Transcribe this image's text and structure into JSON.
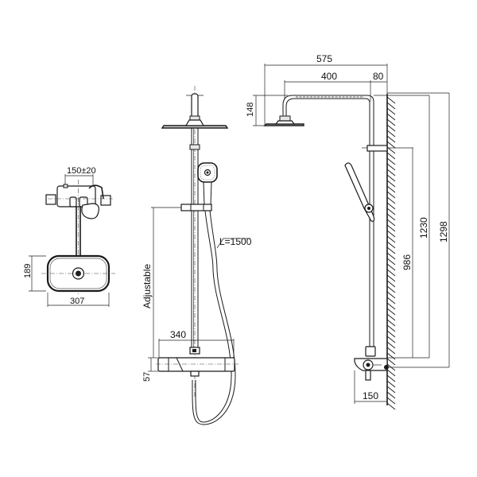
{
  "diagram": {
    "type": "technical-drawing",
    "subject": "thermostatic shower column",
    "views": {
      "top_view": {
        "labels": {
          "inlet_spacing": "150±20",
          "head_depth": "189",
          "head_width": "307"
        }
      },
      "front_view": {
        "labels": {
          "adjustable": "Adjustable",
          "hose_length": "L=1500",
          "mixer_width": "340",
          "mixer_height": "57"
        }
      },
      "side_view": {
        "labels": {
          "arm_total": "575",
          "arm_reach": "400",
          "wall_offset": "80",
          "head_height": "148",
          "bracket_height": "986",
          "arm_height": "1230",
          "overall_height": "1298",
          "mixer_depth": "150"
        }
      }
    },
    "colors": {
      "line": "#1a1a1a",
      "background": "#ffffff"
    }
  }
}
